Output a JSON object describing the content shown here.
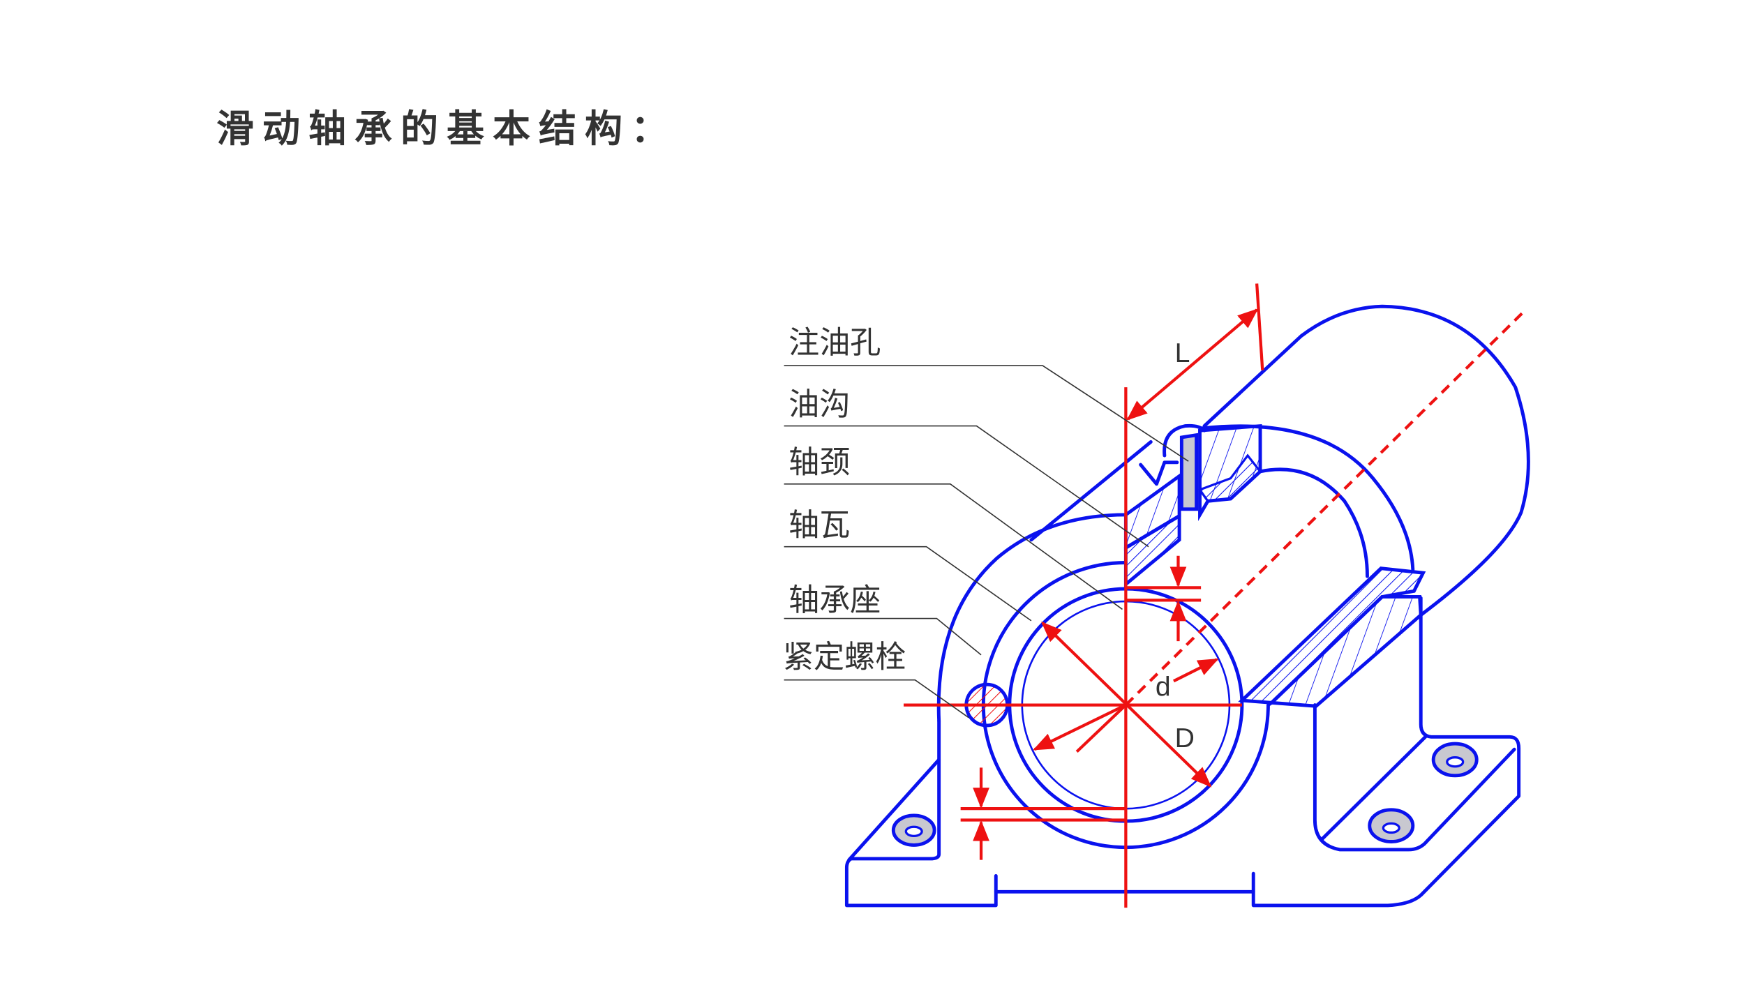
{
  "title": "滑动轴承的基本结构：",
  "labels": {
    "oil_hole": "注油孔",
    "oil_groove": "油沟",
    "journal": "轴颈",
    "bearing_bush": "轴瓦",
    "bearing_seat": "轴承座",
    "fastening_bolt": "紧定螺栓"
  },
  "dimensions": {
    "length": "L",
    "inner_diameter": "d",
    "outer_diameter": "D"
  },
  "colors": {
    "outline": "#0a12ee",
    "dimension": "#ee1111",
    "leader": "#333333",
    "section_fill": "#c8c8d0"
  }
}
